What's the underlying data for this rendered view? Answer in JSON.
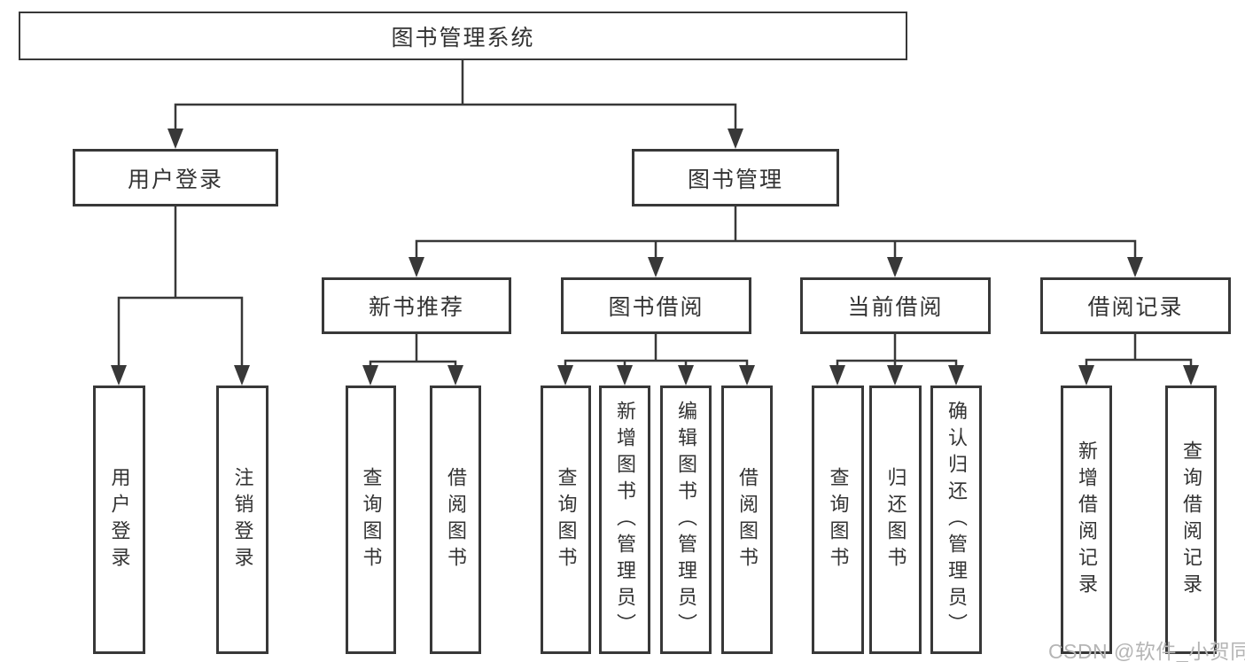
{
  "diagram": {
    "title": "图书管理系统",
    "level2": {
      "login": "用户登录",
      "management": "图书管理"
    },
    "login_children": [
      "用户登录",
      "注销登录"
    ],
    "management_children": [
      {
        "label": "新书推荐",
        "leaves": [
          "查询图书",
          "借阅图书"
        ]
      },
      {
        "label": "图书借阅",
        "leaves": [
          "查询图书",
          "新增图书（管理员）",
          "编辑图书（管理员）",
          "借阅图书"
        ]
      },
      {
        "label": "当前借阅",
        "leaves": [
          "查询图书",
          "归还图书",
          "确认归还（管理员）"
        ]
      },
      {
        "label": "借阅记录",
        "leaves": [
          "新增借阅记录",
          "查询借阅记录"
        ]
      }
    ],
    "watermark": "CSDN @软件_小贺同学",
    "colors": {
      "line": "#383838",
      "text": "#333333",
      "watermark": "#b5b5b5",
      "background": "#ffffff"
    }
  }
}
